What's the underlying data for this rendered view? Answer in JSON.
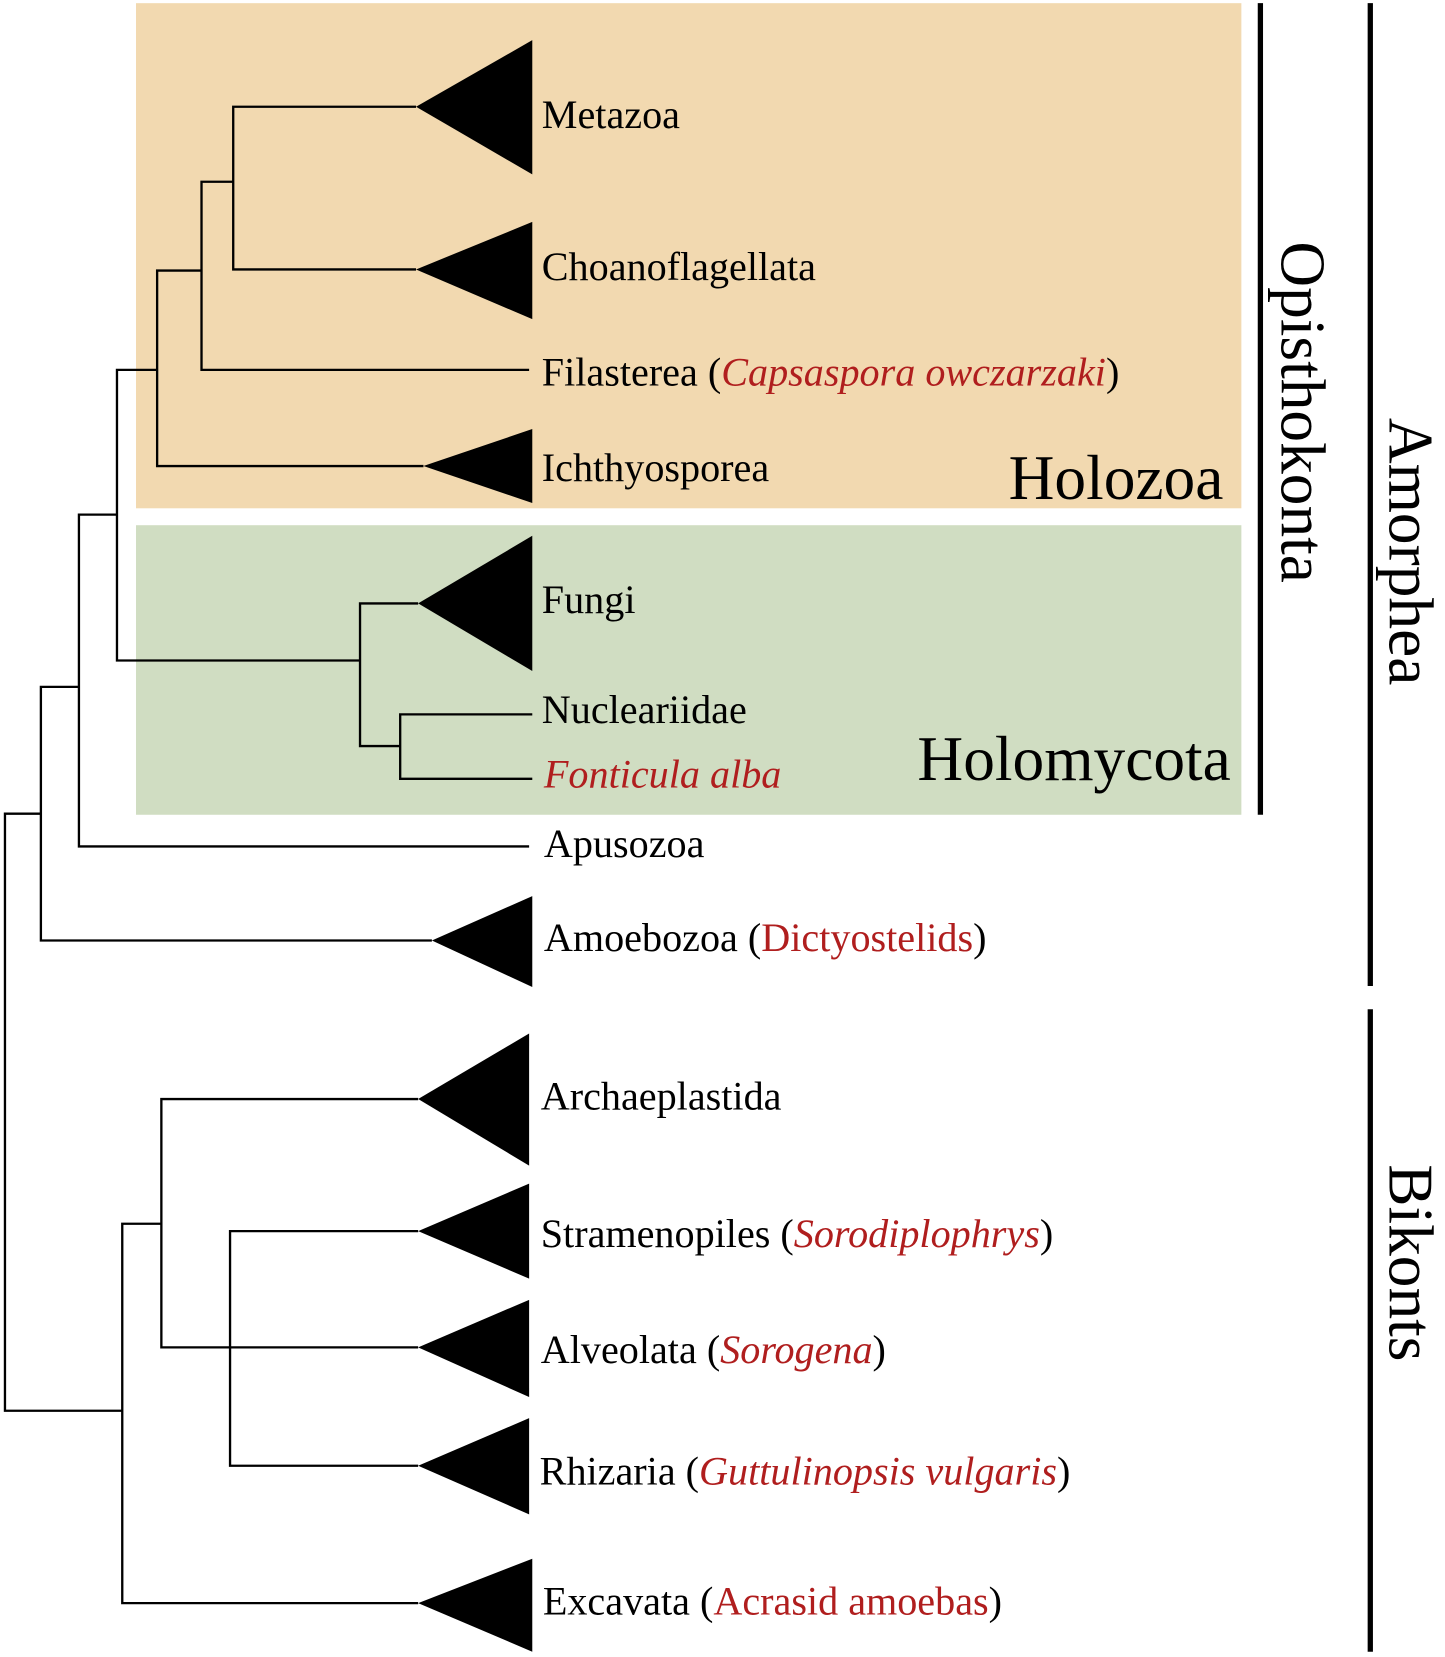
{
  "colors": {
    "holozoa_bg": "#f2d9b0",
    "holomycota_bg": "#d0ddc2",
    "highlight_text": "#b01e1e"
  },
  "groups": {
    "holozoa": "Holozoa",
    "holomycota": "Holomycota",
    "opisthokonta": "Opisthokonta",
    "amorphea": "Amorphea",
    "bikonts": "Bikonts"
  },
  "taxa": {
    "metazoa": {
      "name": "Metazoa"
    },
    "choanoflagellata": {
      "name": "Choanoflagellata"
    },
    "filasterea": {
      "name": "Filasterea",
      "example": "Capsaspora owczarzaki"
    },
    "ichthyosporea": {
      "name": "Ichthyosporea"
    },
    "fungi": {
      "name": "Fungi"
    },
    "nucleariidae": {
      "name": "Nucleariidae"
    },
    "fonticula": {
      "name": "Fonticula alba"
    },
    "apusozoa": {
      "name": "Apusozoa"
    },
    "amoebozoa": {
      "name": "Amoebozoa",
      "example": "Dictyostelids"
    },
    "archaeplastida": {
      "name": "Archaeplastida"
    },
    "stramenopiles": {
      "name": "Stramenopiles",
      "example": "Sorodiplophrys"
    },
    "alveolata": {
      "name": "Alveolata",
      "example": "Sorogena"
    },
    "rhizaria": {
      "name": "Rhizaria",
      "example": "Guttulinopsis vulgaris"
    },
    "excavata": {
      "name": "Excavata",
      "example": "Acrasid amoebas"
    }
  },
  "punct": {
    "open": " (",
    "close": ")"
  }
}
